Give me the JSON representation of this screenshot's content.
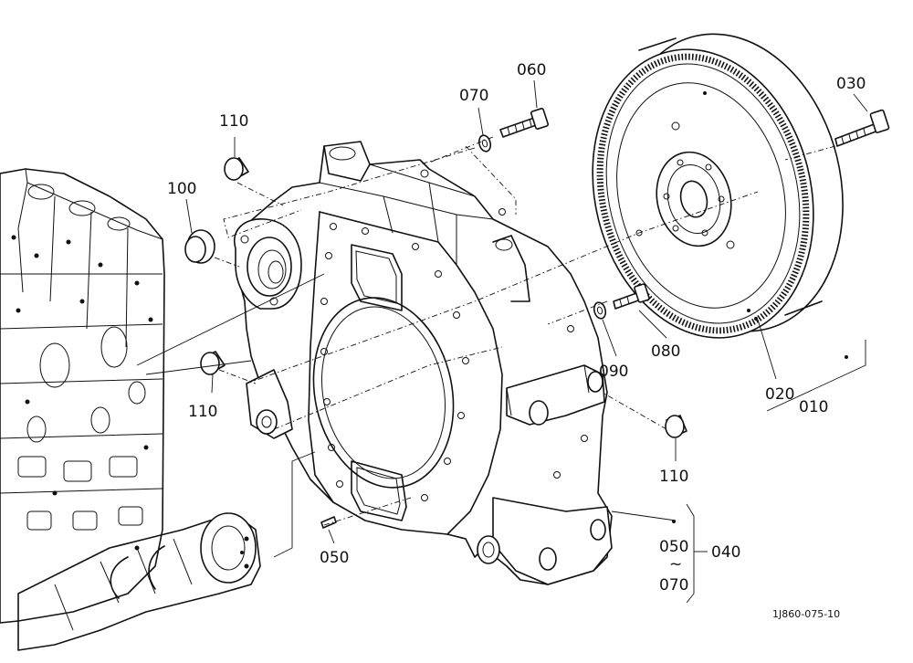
{
  "callouts": {
    "c010": "010",
    "c020": "020",
    "c030": "030",
    "c040": "040",
    "c050_a": "050",
    "c050_b": "050",
    "c060": "060",
    "c070_a": "070",
    "c070_b": "070",
    "c080": "080",
    "c090": "090",
    "c100": "100",
    "c110_top": "110",
    "c110_left": "110",
    "c110_right": "110",
    "range_symbol": "~"
  },
  "figure_ref": "1J860-075-10"
}
